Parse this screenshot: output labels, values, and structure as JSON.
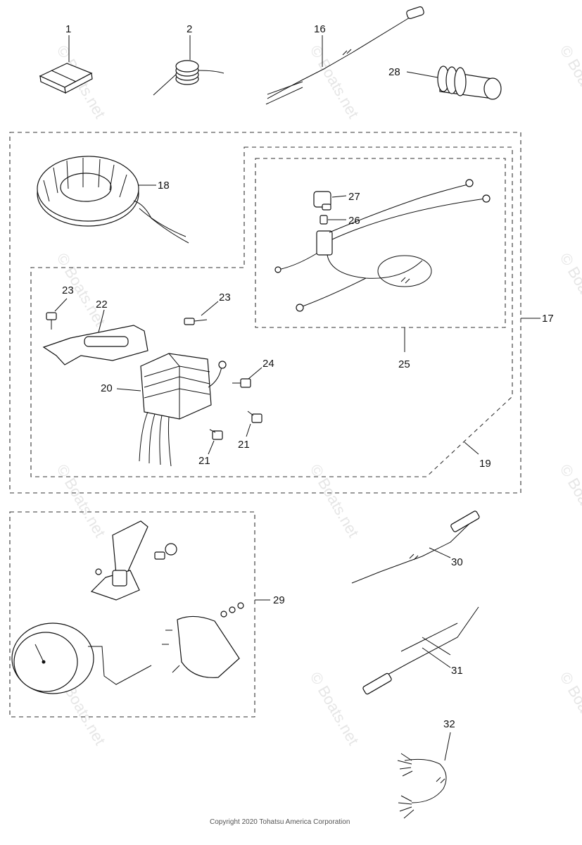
{
  "diagram": {
    "copyright": "Copyright 2020 Tohatsu America Corporation",
    "watermark": "© Boats.net",
    "callouts": [
      "1",
      "2",
      "16",
      "28",
      "18",
      "27",
      "26",
      "17",
      "23",
      "22",
      "23",
      "24",
      "20",
      "21",
      "21",
      "25",
      "19",
      "30",
      "29",
      "31",
      "32"
    ]
  }
}
